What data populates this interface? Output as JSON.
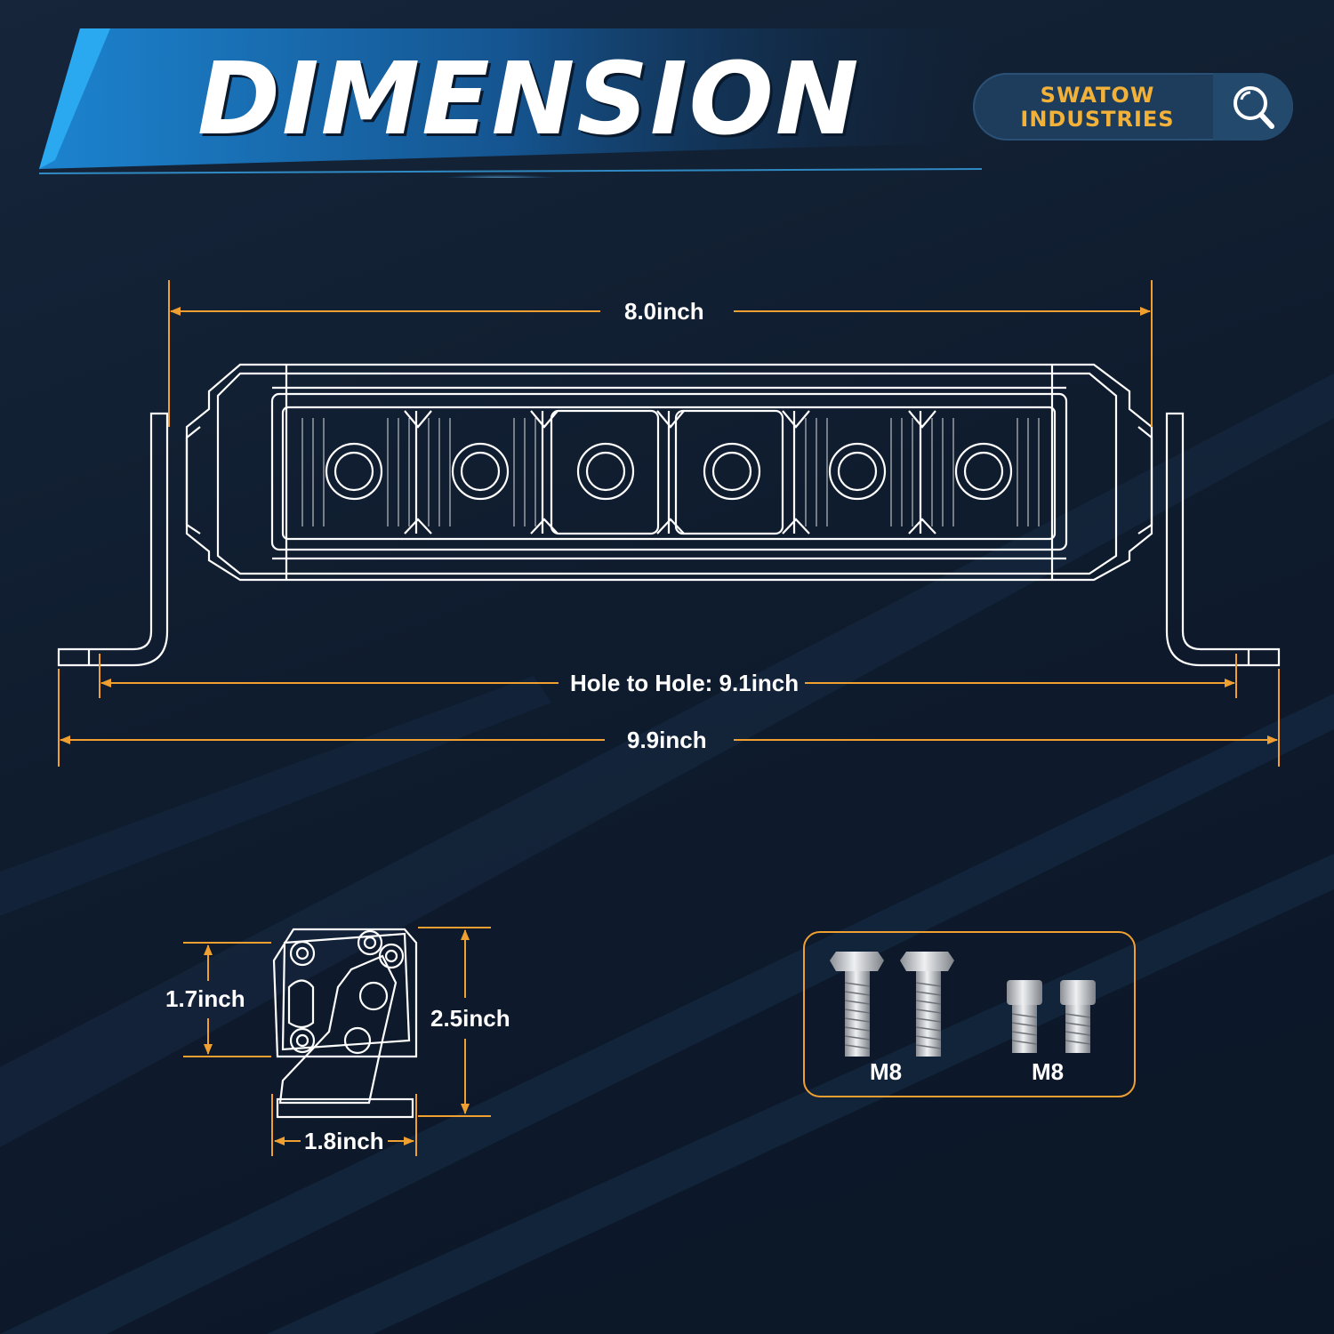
{
  "header": {
    "title": "DIMENSION",
    "brand": {
      "line1": "SWATOW",
      "line2": "INDUSTRIES"
    },
    "search_icon": "search-icon"
  },
  "dimensions": {
    "lens_width": "8.0inch",
    "hole_to_hole": "Hole to Hole: 9.1inch",
    "overall_width": "9.9inch",
    "side_height_a": "1.7inch",
    "side_height_b": "2.5inch",
    "side_width": "1.8inch"
  },
  "hardware": {
    "bolt_label": "M8",
    "screw_label": "M8"
  },
  "colors": {
    "accent": "#f0a030",
    "line": "#ffffff",
    "background": "#0f1c2e",
    "banner": "#1a6fb8"
  }
}
